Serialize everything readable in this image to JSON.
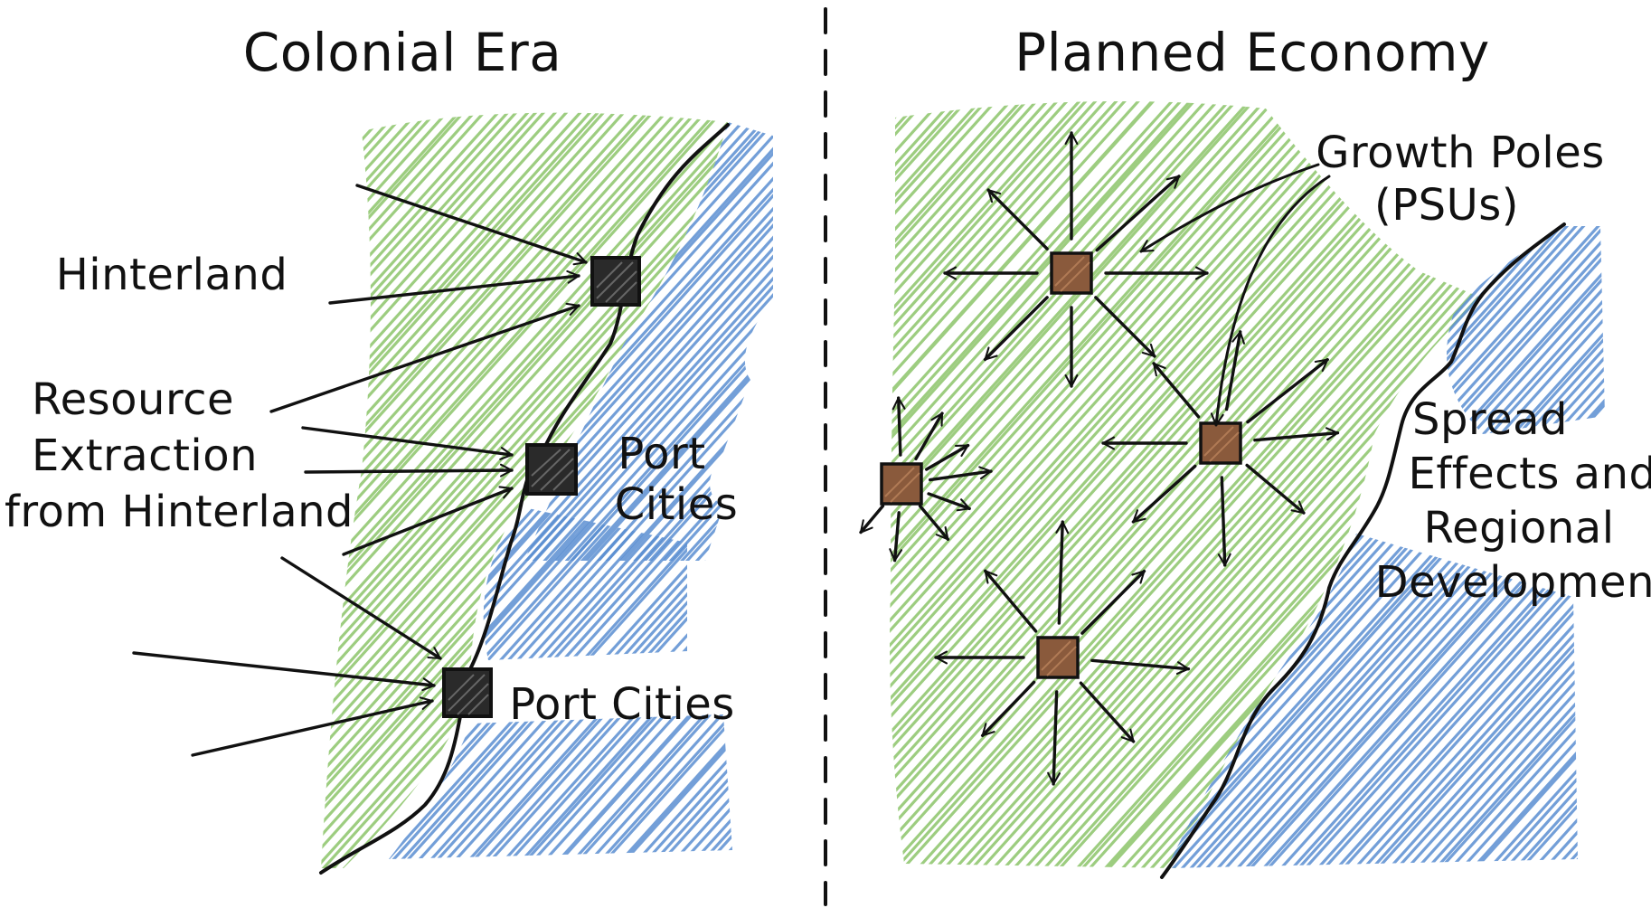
{
  "colors": {
    "land": "#8cc46a",
    "water": "#5a8ed1",
    "ink": "#111111",
    "pole": "#8a5a3c"
  },
  "panels": {
    "colonial": {
      "title": "Colonial Era",
      "hinterland": "Hinterland",
      "resource_lines": [
        "Resource",
        "Extraction",
        "from Hinterland"
      ],
      "port_cities_upper": [
        "Port",
        "Cities"
      ],
      "port_cities_lower": "Port Cities"
    },
    "planned": {
      "title": "Planned Economy",
      "growth_poles": [
        "Growth Poles",
        "(PSUs)"
      ],
      "spread_effects": [
        "Spread",
        "Effects and",
        "Regional",
        "Development"
      ]
    }
  }
}
